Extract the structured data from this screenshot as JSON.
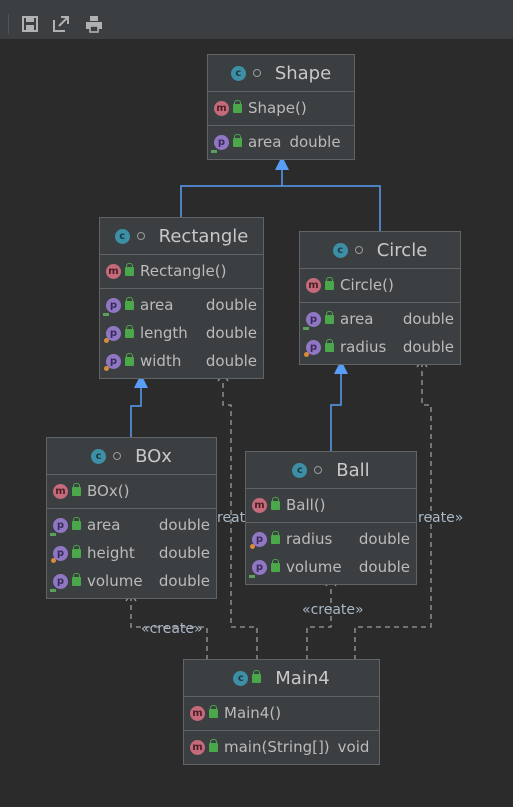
{
  "toolbar": {
    "buttons": [
      {
        "icon": "save-icon"
      },
      {
        "icon": "export-icon"
      },
      {
        "icon": "print-icon"
      }
    ]
  },
  "colors": {
    "background": "#2b2b2b",
    "node_fill": "#3c3f41",
    "node_border": "#616365",
    "inheritance": "#589df6",
    "dependency": "#9c9c9c"
  },
  "classes": {
    "shape": {
      "name": "Shape",
      "methods": [
        {
          "name": "Shape()"
        }
      ],
      "fields": [
        {
          "name": "area",
          "type": "double"
        }
      ]
    },
    "rectangle": {
      "name": "Rectangle",
      "methods": [
        {
          "name": "Rectangle()"
        }
      ],
      "fields": [
        {
          "name": "area",
          "type": "double"
        },
        {
          "name": "length",
          "type": "double"
        },
        {
          "name": "width",
          "type": "double"
        }
      ]
    },
    "circle": {
      "name": "Circle",
      "methods": [
        {
          "name": "Circle()"
        }
      ],
      "fields": [
        {
          "name": "area",
          "type": "double"
        },
        {
          "name": "radius",
          "type": "double"
        }
      ]
    },
    "box": {
      "name": "BOx",
      "methods": [
        {
          "name": "BOx()"
        }
      ],
      "fields": [
        {
          "name": "area",
          "type": "double"
        },
        {
          "name": "height",
          "type": "double"
        },
        {
          "name": "volume",
          "type": "double"
        }
      ]
    },
    "ball": {
      "name": "Ball",
      "methods": [
        {
          "name": "Ball()"
        }
      ],
      "fields": [
        {
          "name": "radius",
          "type": "double"
        },
        {
          "name": "volume",
          "type": "double"
        }
      ]
    },
    "main4": {
      "name": "Main4",
      "methods": [
        {
          "name": "Main4()"
        },
        {
          "name": "main(String[])",
          "type": "void"
        }
      ]
    }
  },
  "edges": {
    "create_label": "«create»",
    "create_label_clip_left": "reate»",
    "create_label_clip_right": "reate»"
  }
}
